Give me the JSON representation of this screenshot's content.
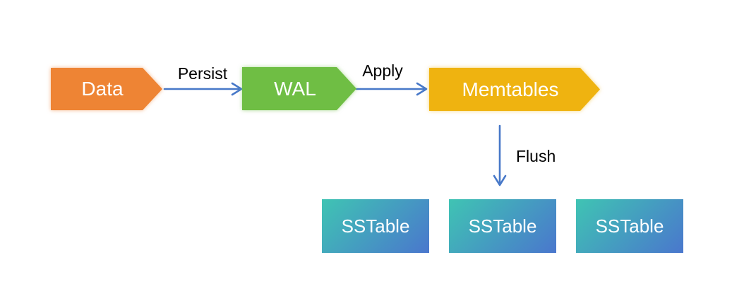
{
  "diagram": {
    "nodes": {
      "data": {
        "label": "Data"
      },
      "wal": {
        "label": "WAL"
      },
      "memtables": {
        "label": "Memtables"
      },
      "sstables": [
        {
          "label": "SSTable"
        },
        {
          "label": "SSTable"
        },
        {
          "label": "SSTable"
        }
      ]
    },
    "edges": {
      "persist": {
        "label": "Persist"
      },
      "apply": {
        "label": "Apply"
      },
      "flush": {
        "label": "Flush"
      }
    }
  },
  "colors": {
    "data_node": "#EE8434",
    "wal_node": "#6FBE44",
    "memtables_node": "#EFB310",
    "sstable_from": "#3FC4B3",
    "sstable_to": "#4A77CD",
    "arrow": "#4778C8",
    "edge_label": "#000000",
    "node_text": "#FFFFFF",
    "background": "#FFFFFF"
  }
}
